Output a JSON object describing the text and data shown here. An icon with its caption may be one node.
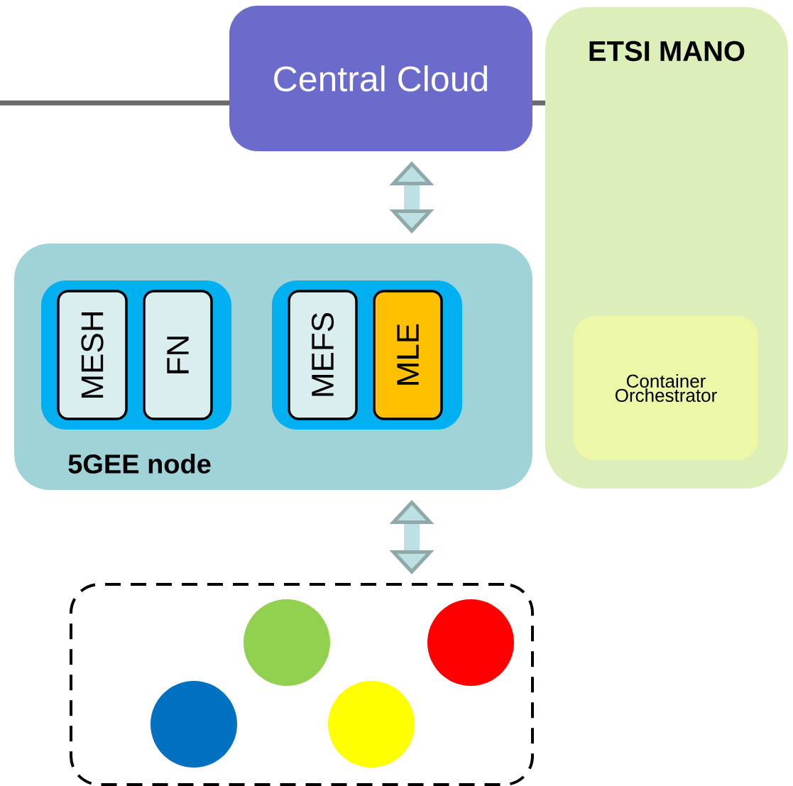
{
  "diagram": {
    "nodes": [
      {
        "text": [
          "Central Cloud"
        ]
      },
      {
        "text": [
          "ETSI MANO"
        ]
      },
      {
        "text": [
          "Container Orchestrator"
        ],
        "in": 1
      },
      {
        "text": [
          "5GEE node"
        ]
      },
      {
        "text": [],
        "shape": "box",
        "in": 3
      },
      {
        "text": [
          "MESH"
        ],
        "in": 4
      },
      {
        "text": [
          "FN"
        ],
        "in": 4
      },
      {
        "text": [],
        "shape": "box",
        "in": 3
      },
      {
        "text": [
          "MEFS"
        ],
        "in": 7
      },
      {
        "text": [
          "MLE"
        ],
        "in": 7
      },
      {
        "text": [],
        "shape": "box"
      },
      {
        "text": [],
        "shape": "circle",
        "in": 10
      },
      {
        "text": [],
        "shape": "circle",
        "in": 10
      },
      {
        "text": [],
        "shape": "circle",
        "in": 10
      },
      {
        "text": [],
        "shape": "circle",
        "in": 10
      }
    ],
    "edges": [
      {
        "from": null,
        "to": 0,
        "arrow": "none"
      },
      {
        "from": 0,
        "to": 1,
        "arrow": "none"
      },
      {
        "from": 0,
        "to": 3,
        "arrow": "both",
        "style": "thick",
        "color": "#bde0e3"
      },
      {
        "from": 3,
        "to": 10,
        "arrow": "both",
        "style": "thick",
        "color": "#bde0e3"
      }
    ]
  }
}
